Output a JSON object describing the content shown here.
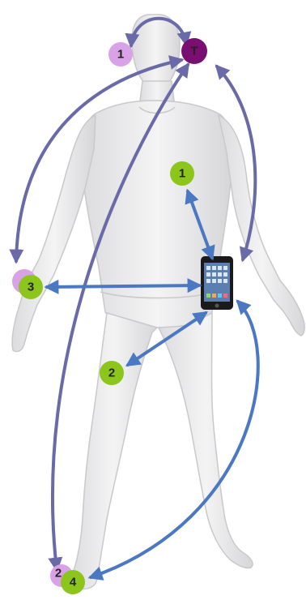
{
  "colors": {
    "background": "#ffffff",
    "body_fill": "#e9e9ea",
    "body_stroke": "#c9c9cb",
    "arrow_purple": "#6a6aa8",
    "arrow_blue": "#4a78c2",
    "node_lilac": "#d9a2e6",
    "node_green": "#8cc51c",
    "node_dark_purple": "#7a0f72",
    "label_dark": "#222222",
    "phone_body": "#1a1a1a",
    "phone_screen": "#5b7fb0"
  },
  "icons": {
    "figure": "human-figure-icon",
    "phone": "smartphone-icon"
  },
  "nodes": {
    "head_left": "1",
    "head_top": "T",
    "chest": "1",
    "wrist_green": "3",
    "knee": "2",
    "ankle_green": "4",
    "wrist_lilac": "",
    "ankle_lilac": "2"
  }
}
